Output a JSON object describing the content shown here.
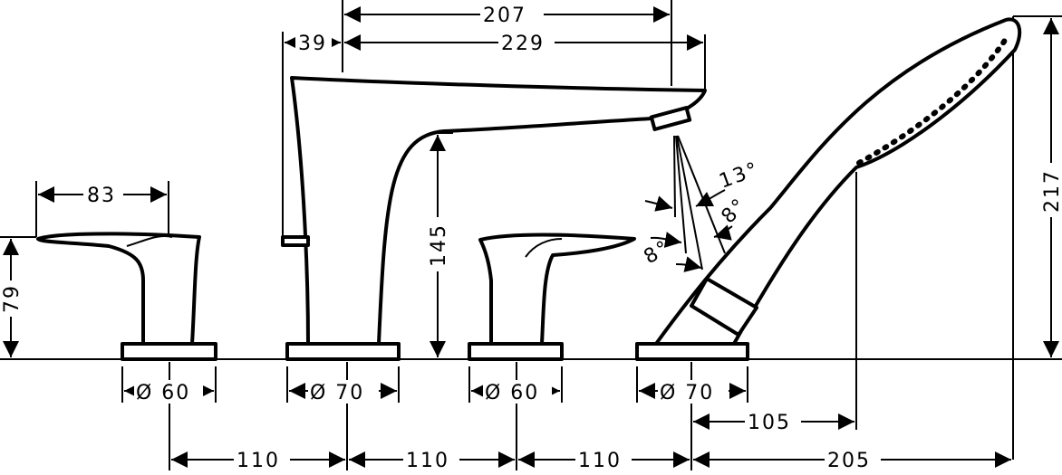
{
  "drawing": {
    "dimensions": {
      "spout_reach_outlet": "207",
      "body_offset": "39",
      "spout_length": "229",
      "handle_length": "83",
      "handle_height": "79",
      "spout_height": "145",
      "shower_height": "217",
      "angle_1": "13°",
      "angle_2": "8°",
      "angle_3": "8°",
      "base_diam_1": "Ø 60",
      "base_diam_2": "Ø 70",
      "base_diam_3": "Ø 60",
      "base_diam_4": "Ø 70",
      "shower_offset": "105",
      "spacing_1": "110",
      "spacing_2": "110",
      "spacing_3": "110",
      "spacing_4": "205"
    }
  }
}
